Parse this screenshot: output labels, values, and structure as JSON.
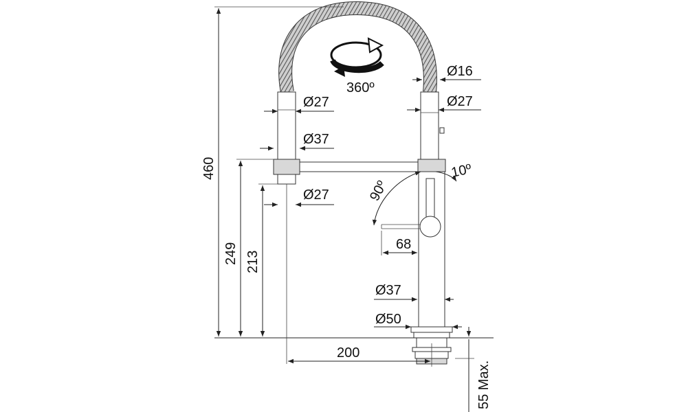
{
  "diagram": {
    "labels": {
      "height_total": "460",
      "height_spout": "249",
      "height_inlet": "213",
      "rotation": "360º",
      "hose_diameter": "Ø16",
      "head_diameter_left": "Ø27",
      "head_diameter_right": "Ø27",
      "collar_diameter": "Ø37",
      "nozzle_diameter": "Ø27",
      "lever_angle_90": "90º",
      "lever_angle_10": "10º",
      "lever_length": "68",
      "body_diameter": "Ø37",
      "base_diameter": "Ø50",
      "reach": "200",
      "deck_thickness": "55 Max."
    },
    "colors": {
      "line": "#222222",
      "hose": "#888888",
      "fill": "#ffffff"
    }
  }
}
